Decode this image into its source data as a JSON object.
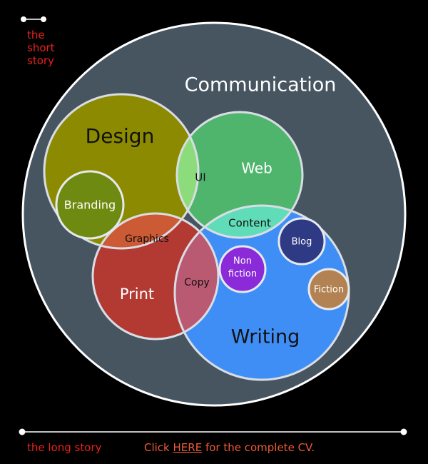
{
  "header": {
    "short_story_lines": [
      "the",
      "short",
      "story"
    ]
  },
  "diagram": {
    "outer": "Communication",
    "design": "Design",
    "web": "Web",
    "ui": "UI",
    "branding": "Branding",
    "graphics": "Graphics",
    "content": "Content",
    "print": "Print",
    "copy": "Copy",
    "nonfiction_line1": "Non",
    "nonfiction_line2": "fiction",
    "blog": "Blog",
    "fiction": "Fiction",
    "writing": "Writing"
  },
  "footer": {
    "long_story": "the long story",
    "cv_prefix": "Click ",
    "cv_link": "HERE",
    "cv_suffix": " for the complete CV."
  },
  "colors": {
    "background": "#000000",
    "outer_circle": "#475561",
    "design": "#8c8a00",
    "web": "#4fb56d",
    "ui": "#8cdc7c",
    "branding": "#6f8a10",
    "print": "#b33a33",
    "graphics": "#cc5a34",
    "copy": "#b95a72",
    "writing": "#3f8ef6",
    "content": "#60dcb8",
    "nonfiction": "#8a2ad8",
    "blog": "#2f3a84",
    "fiction": "#b38252",
    "accent_red": "#e8221c",
    "accent_orange": "#ef5a34"
  }
}
